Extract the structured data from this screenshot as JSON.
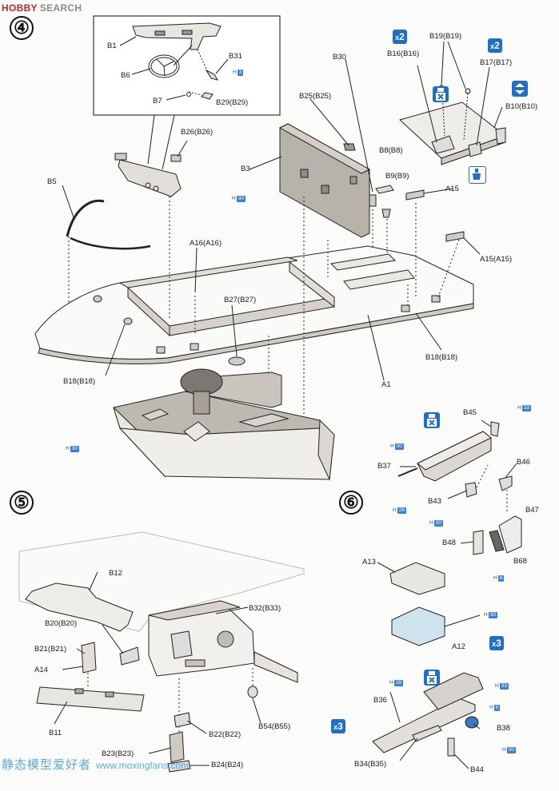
{
  "header": {
    "logo": "HOBBY",
    "site": "SEARCH"
  },
  "watermark": {
    "chinese": "静态模型爱好者",
    "url": "www.moxingfans.com"
  },
  "colors": {
    "accent_blue": "#1f6fc8",
    "paint_code": "#3c7fd6",
    "part_gray": "#d9d6d0",
    "floor_gray": "#bdb8b0"
  },
  "steps": {
    "s4": "④",
    "s5": "⑤",
    "s6": "⑥"
  },
  "multipliers": {
    "x2a": "2",
    "x2b": "2",
    "x3a": "3",
    "x3b": "3",
    "prefix": "x"
  },
  "paints": {
    "p1": {
      "h": "H",
      "n": "3"
    },
    "p2": {
      "h": "H",
      "n": "30"
    },
    "p3": {
      "h": "H",
      "n": "30"
    },
    "p4": {
      "h": "H",
      "n": "33"
    },
    "p5": {
      "h": "H",
      "n": "30"
    },
    "p6": {
      "h": "H",
      "n": "28"
    },
    "p7": {
      "h": "H",
      "n": "30"
    },
    "p8": {
      "h": "H",
      "n": "8"
    },
    "p9": {
      "h": "H",
      "n": "30"
    },
    "p10": {
      "h": "H",
      "n": "28"
    },
    "p11": {
      "h": "H",
      "n": "33"
    },
    "p12": {
      "h": "H",
      "n": "8"
    },
    "p13": {
      "h": "H",
      "n": "30"
    }
  },
  "labels": {
    "B1": "B1",
    "B6": "B6",
    "B7": "B7",
    "B31": "B31",
    "B29": "B29(B29)",
    "B26": "B26(B26)",
    "B25": "B25(B25)",
    "B30": "B30",
    "B3": "B3",
    "B16": "B16(B16)",
    "B19": "B19(B19)",
    "B17": "B17(B17)",
    "B10": "B10(B10)",
    "B8": "B8(B8)",
    "B9": "B9(B9)",
    "A15a": "A15",
    "A15b": "A15(A15)",
    "B5": "B5",
    "A16": "A16(A16)",
    "B27": "B27(B27)",
    "B18a": "B18(B18)",
    "B18b": "B18(B18)",
    "A1": "A1",
    "B12": "B12",
    "B32": "B32(B33)",
    "B20": "B20(B20)",
    "B21": "B21(B21)",
    "A14": "A14",
    "B11": "B11",
    "B22": "B22(B22)",
    "B54": "B54(B55)",
    "B23": "B23(B23)",
    "B24": "B24(B24)",
    "B45": "B45",
    "B37": "B37",
    "B46": "B46",
    "B43": "B43",
    "B47": "B47",
    "B48": "B48",
    "B68": "B68",
    "A13": "A13",
    "A12": "A12",
    "B36": "B36",
    "B38": "B38",
    "B34": "B34(B35)",
    "B44": "B44"
  }
}
